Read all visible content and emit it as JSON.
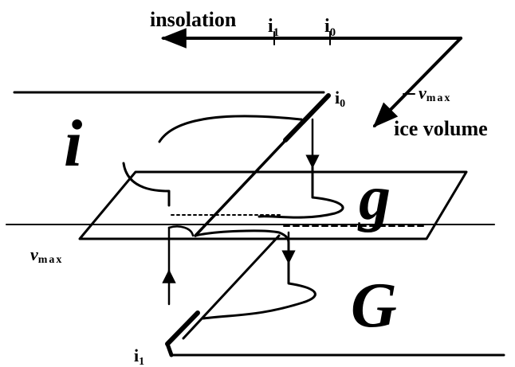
{
  "axes": {
    "insolation_label": "insolation",
    "ice_volume_label": "ice volume",
    "tick_i1": "i",
    "tick_i1_sub": "1",
    "tick_i0": "i",
    "tick_i0_sub": "0",
    "vmax_label": "v",
    "vmax_sub": "max"
  },
  "surface": {
    "upper_branch_label": "i",
    "middle_plane_label": "g",
    "lower_branch_label": "G",
    "fold_i0_label": "i",
    "fold_i0_sub": "0",
    "fold_i1_label": "i",
    "fold_i1_sub": "1",
    "vmax_label": "v",
    "vmax_sub": "max"
  }
}
